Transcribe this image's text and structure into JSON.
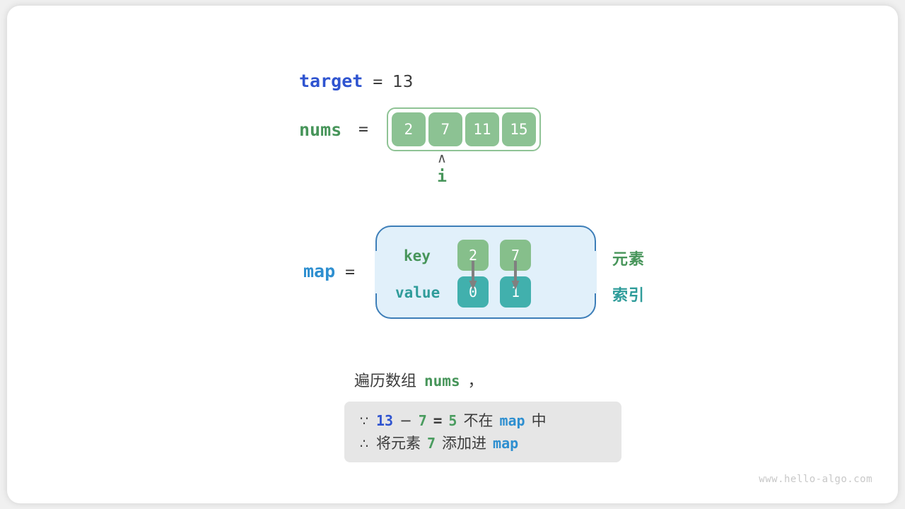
{
  "figure": {
    "watermark": "www.hello-algo.com"
  },
  "target_row": {
    "label": "target",
    "equals": "=",
    "value": "13"
  },
  "nums_row": {
    "label": "nums",
    "equals": "=",
    "cells": [
      "2",
      "7",
      "11",
      "15"
    ]
  },
  "pointer": {
    "caret": "∧",
    "name": "i",
    "index": 1
  },
  "map_block": {
    "label": "map",
    "equals": "=",
    "key_label": "key",
    "value_label": "value",
    "keys": [
      "2",
      "7"
    ],
    "values": [
      "0",
      "1"
    ],
    "note_key": "元素",
    "note_value": "索引"
  },
  "caption": {
    "text_before": "遍历数组",
    "keyword": "nums",
    "text_after": "，"
  },
  "explanation": {
    "line1": {
      "symbol": "∵",
      "a": "13",
      "minus": "−",
      "b": "7",
      "eq": "=",
      "result": "5",
      "mid": "不在",
      "map": "map",
      "tail": "中"
    },
    "line2": {
      "symbol": "∴",
      "lead": "将元素",
      "num": "7",
      "mid": "添加进",
      "map": "map"
    }
  },
  "colors": {
    "blue": "#2f54d0",
    "light_blue": "#2e8fd0",
    "green": "#47955a",
    "teal": "#2f9c9a",
    "cell_green": "#8cc293",
    "cell_teal": "#41b0ad",
    "map_bg": "#e1f0fa",
    "map_border": "#3d7eb8",
    "expl_bg": "#e6e6e6",
    "text_dark": "#3c3c3c"
  }
}
